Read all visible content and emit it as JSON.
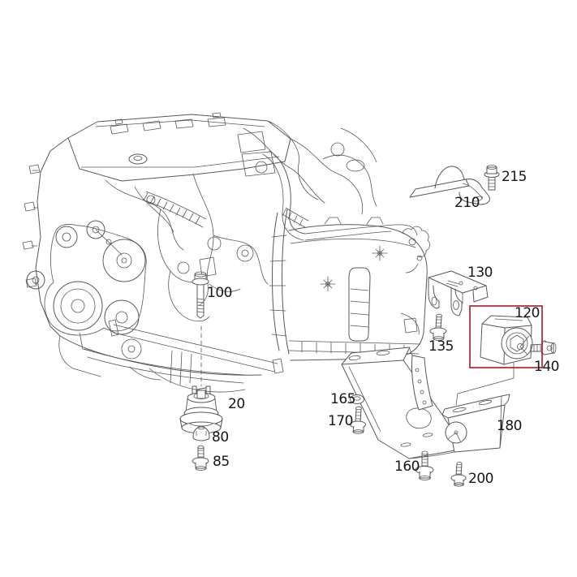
{
  "canvas": {
    "background": "#ffffff",
    "line_color": "#585858",
    "label_color": "#161616",
    "highlight_box_color": "#a9191e"
  },
  "labels": {
    "p20": "20",
    "p80": "80",
    "p85": "85",
    "p100": "100",
    "p120": "120",
    "p130": "130",
    "p135": "135",
    "p140": "140",
    "p160": "160",
    "p165": "165",
    "p170": "170",
    "p180": "180",
    "p200": "200",
    "p210": "210",
    "p215": "215"
  }
}
